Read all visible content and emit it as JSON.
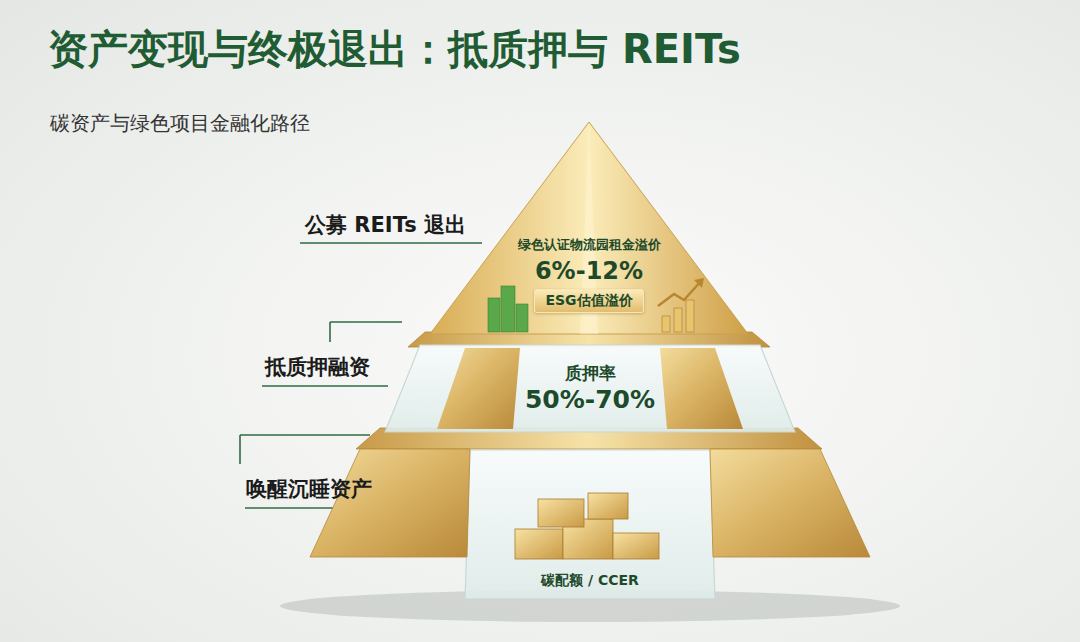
{
  "diagram": {
    "title": "资产变现与终极退出：抵质押与 REITs",
    "caption": "碳资产与绿色项目金融化路径",
    "nodes": [
      {
        "text": [
          "绿色认证物流园租金溢价",
          "6%-12%",
          "ESG估值溢价"
        ]
      },
      {
        "text": [
          "质押率",
          "50%-70%"
        ]
      },
      {
        "text": [
          "碳配额 / CCER"
        ]
      }
    ],
    "labels": [
      "公募 REITs 退出",
      "抵质押融资",
      "唤醒沉睡资产"
    ]
  }
}
